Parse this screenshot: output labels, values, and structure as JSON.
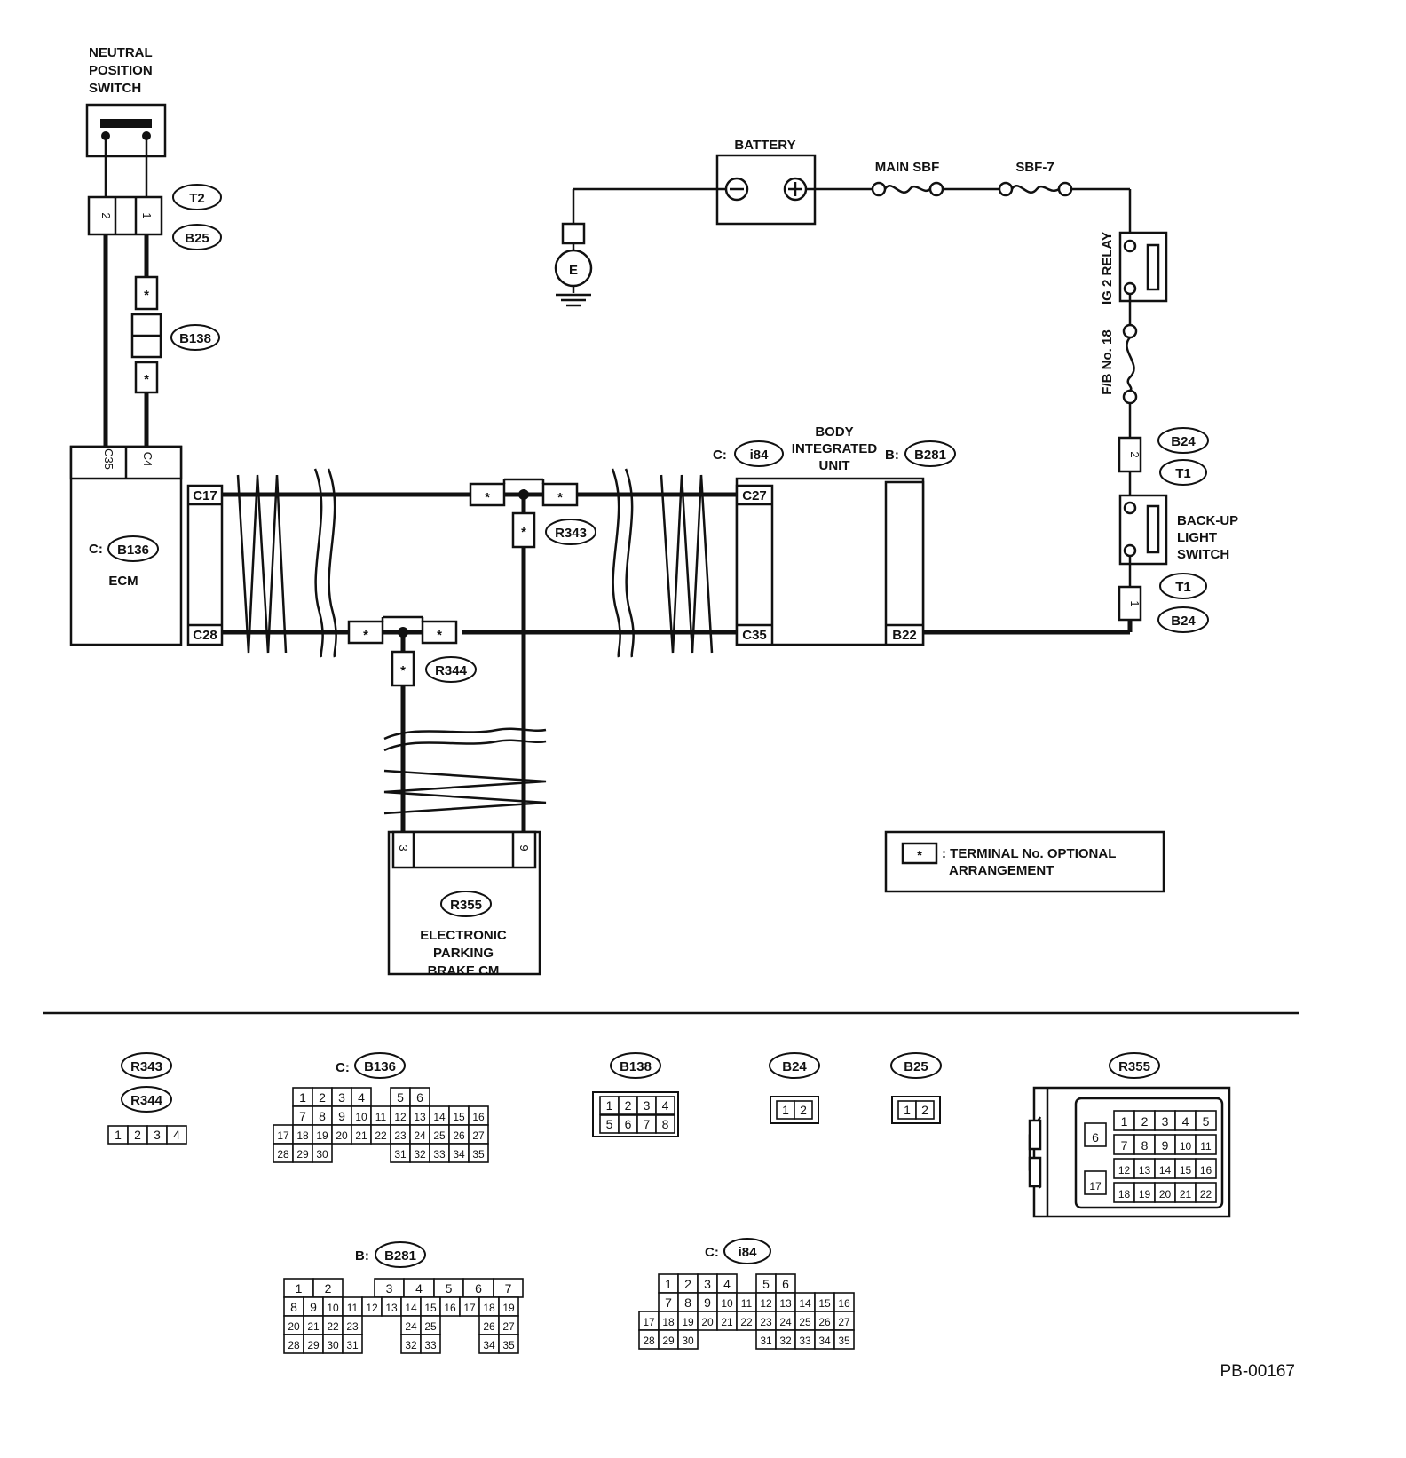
{
  "components": {
    "neutral_switch": [
      "NEUTRAL",
      "POSITION",
      "SWITCH"
    ],
    "battery": "BATTERY",
    "main_sbf": "MAIN SBF",
    "sbf7": "SBF-7",
    "ig2_relay": "IG 2 RELAY",
    "fb18": "F/B No. 18",
    "ground": "E",
    "backup_switch": [
      "BACK-UP",
      "LIGHT",
      "SWITCH"
    ],
    "body_unit": [
      "BODY",
      "INTEGRATED",
      "UNIT"
    ],
    "ecm": "ECM",
    "epb": [
      "ELECTRONIC",
      "PARKING",
      "BRAKE CM"
    ]
  },
  "connectors": {
    "t2": "T2",
    "b25": "B25",
    "b138": "B138",
    "b136": "B136",
    "i84": "i84",
    "b281": "B281",
    "b24": "B24",
    "t1": "T1",
    "r343": "R343",
    "r344": "R344",
    "r355": "R355",
    "prefix_c": "C:",
    "prefix_b": "B:"
  },
  "terminals": {
    "ns_2": "2",
    "ns_1": "1",
    "star": "*",
    "c35": "C35",
    "c4": "C4",
    "c17": "C17",
    "c28": "C28",
    "c27": "C27",
    "bc35": "C35",
    "b22": "B22",
    "bu_2": "2",
    "bu_1": "1",
    "epb_3": "3",
    "epb_9": "9"
  },
  "legend": [
    "TERMINAL No. OPTIONAL",
    "ARRANGEMENT"
  ],
  "figure_id": "PB-00167",
  "pinouts": {
    "r343_344": [
      "1",
      "2",
      "3",
      "4"
    ],
    "b136": [
      [
        "1",
        "2",
        "3",
        "4",
        "",
        "5",
        "6"
      ],
      [
        "7",
        "8",
        "9",
        "10",
        "11",
        "12",
        "13",
        "14",
        "15",
        "16"
      ],
      [
        "17",
        "18",
        "19",
        "20",
        "21",
        "22",
        "23",
        "24",
        "25",
        "26",
        "27"
      ],
      [
        "28",
        "29",
        "30",
        "",
        "",
        "",
        "31",
        "32",
        "33",
        "34",
        "35"
      ]
    ],
    "b138": [
      [
        "1",
        "2",
        "3",
        "4"
      ],
      [
        "5",
        "6",
        "7",
        "8"
      ]
    ],
    "b24": [
      "1",
      "2"
    ],
    "b25": [
      "1",
      "2"
    ],
    "r355": [
      [
        "6",
        "1",
        "2",
        "3",
        "4",
        "5"
      ],
      [
        "",
        "7",
        "8",
        "9",
        "10",
        "11"
      ],
      [
        "17",
        "12",
        "13",
        "14",
        "15",
        "16"
      ],
      [
        "",
        "18",
        "19",
        "20",
        "21",
        "22"
      ]
    ],
    "b281": [
      [
        "1",
        "2",
        "",
        "3",
        "4",
        "5",
        "6",
        "7"
      ],
      [
        "8",
        "9",
        "10",
        "11",
        "12",
        "13",
        "14",
        "15",
        "16",
        "17",
        "18",
        "19"
      ],
      [
        "20",
        "21",
        "22",
        "23",
        "",
        "",
        "24",
        "25",
        "",
        "",
        "26",
        "27"
      ],
      [
        "28",
        "29",
        "30",
        "31",
        "",
        "",
        "32",
        "33",
        "",
        "",
        "34",
        "35"
      ]
    ],
    "i84": [
      [
        "1",
        "2",
        "3",
        "4",
        "",
        "5",
        "6"
      ],
      [
        "7",
        "8",
        "9",
        "10",
        "11",
        "12",
        "13",
        "14",
        "15",
        "16"
      ],
      [
        "17",
        "18",
        "19",
        "20",
        "21",
        "22",
        "23",
        "24",
        "25",
        "26",
        "27"
      ],
      [
        "28",
        "29",
        "30",
        "",
        "",
        "",
        "31",
        "32",
        "33",
        "34",
        "35"
      ]
    ]
  }
}
